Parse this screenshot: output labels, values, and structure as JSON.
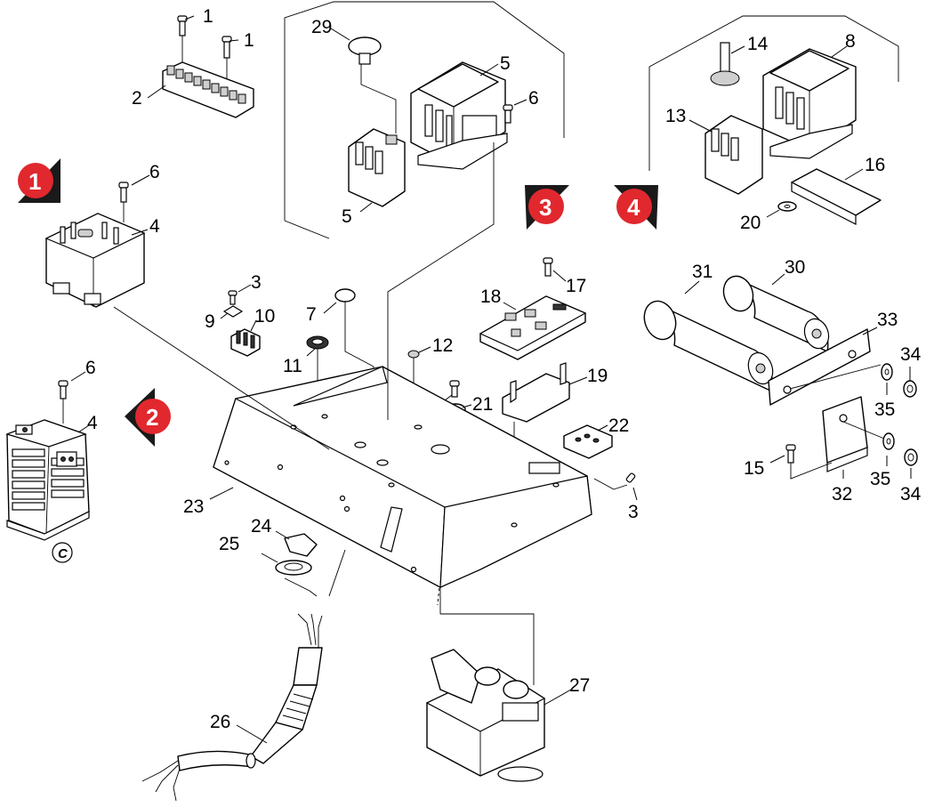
{
  "colors": {
    "badge_red": "#e0282e",
    "badge_shadow": "#1a1a1a",
    "ink": "#000000",
    "paper": "#ffffff"
  },
  "badges": [
    {
      "id": "1",
      "label": "1",
      "icon": "section-marker-arrow-down"
    },
    {
      "id": "2",
      "label": "2",
      "icon": "section-marker-arrow-left"
    },
    {
      "id": "3",
      "label": "3",
      "icon": "section-marker-arrow-down"
    },
    {
      "id": "4",
      "label": "4",
      "icon": "section-marker-arrow-down"
    }
  ],
  "certification_mark": "C",
  "callouts": {
    "c1a": "1",
    "c1b": "1",
    "c2": "2",
    "c29": "29",
    "c5a": "5",
    "c6a": "6",
    "c5b": "5",
    "c14": "14",
    "c8": "8",
    "c13": "13",
    "c16": "16",
    "c20": "20",
    "c6b": "6",
    "c4a": "4",
    "c3a": "3",
    "c9": "9",
    "c10": "10",
    "c7": "7",
    "c11": "11",
    "c12": "12",
    "c17": "17",
    "c18": "18",
    "c19": "19",
    "c15a": "15",
    "c21": "21",
    "c22": "22",
    "c31": "31",
    "c30": "30",
    "c33": "33",
    "c34a": "34",
    "c35a": "35",
    "c15b": "15",
    "c32": "32",
    "c35b": "35",
    "c34b": "34",
    "c6c": "6",
    "c4b": "4",
    "c23": "23",
    "c3b": "3",
    "c24": "24",
    "c25": "25",
    "c26": "26",
    "c27": "27"
  }
}
